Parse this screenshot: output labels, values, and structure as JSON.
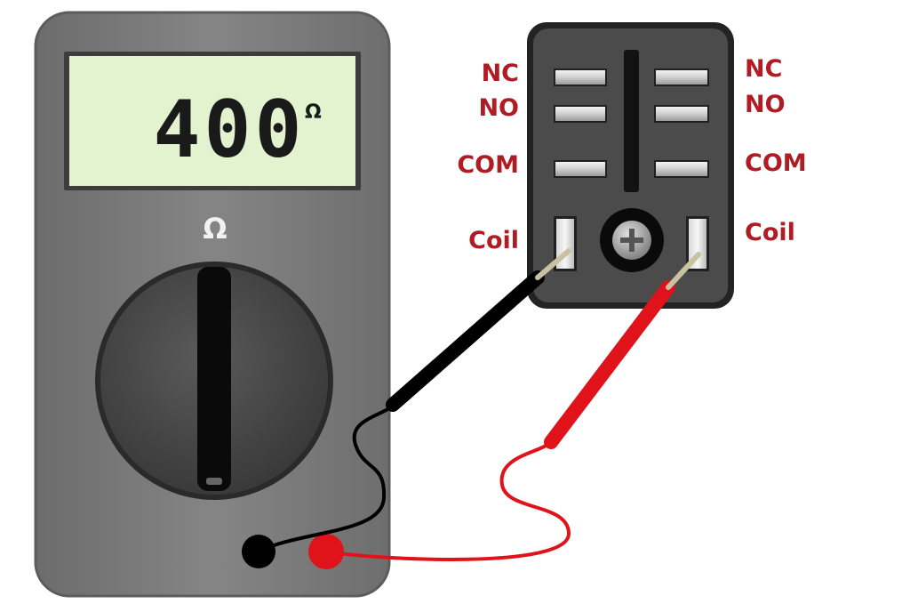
{
  "multimeter": {
    "reading": "400",
    "reading_unit": "Ω",
    "mode_label": "Ω"
  },
  "relay": {
    "left_labels": {
      "nc": "NC",
      "no": "NO",
      "com": "COM",
      "coil": "Coil"
    },
    "right_labels": {
      "nc": "NC",
      "no": "NO",
      "com": "COM",
      "coil": "Coil"
    }
  },
  "colors": {
    "meter_body": "#7c7c7c",
    "lcd_background": "#e3f2cf",
    "relay_body": "#4b4b4b",
    "label_color": "#b01c24",
    "probe_black": "#000000",
    "probe_red": "#e0121a"
  }
}
